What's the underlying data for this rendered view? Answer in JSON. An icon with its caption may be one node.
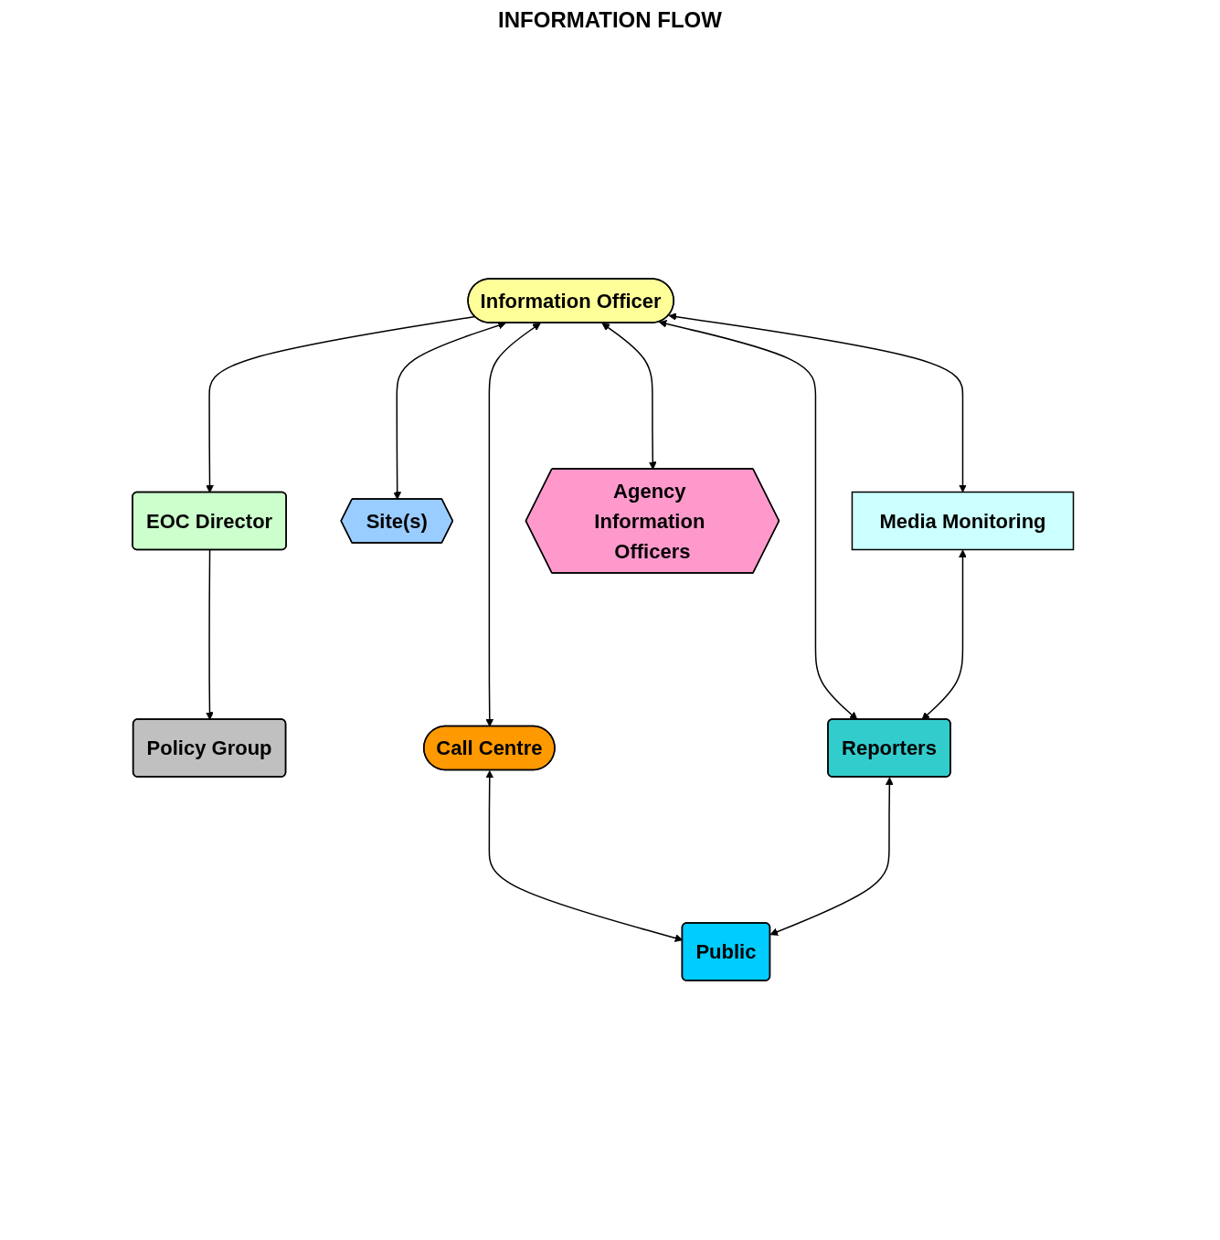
{
  "diagram": {
    "title": "INFORMATION FLOW",
    "nodes": [
      {
        "text": [
          "Policy Group"
        ]
      },
      {
        "text": [
          "EOC Director"
        ]
      },
      {
        "text": [
          "Information Officer"
        ]
      },
      {
        "text": [
          "Site(s)"
        ]
      },
      {
        "text": [
          "Media Monitoring"
        ]
      },
      {
        "text": [
          "Reporters"
        ]
      },
      {
        "text": [
          "Agency Information Officers"
        ]
      },
      {
        "text": [
          "Call Centre"
        ]
      },
      {
        "text": [
          "Public"
        ]
      }
    ],
    "edges": [
      {
        "from": 1,
        "to": 0,
        "arrow": "to"
      },
      {
        "from": 2,
        "to": 1,
        "arrow": "to"
      },
      {
        "from": 2,
        "to": 3,
        "arrow": "both"
      },
      {
        "from": 2,
        "to": 6,
        "arrow": "both"
      },
      {
        "from": 2,
        "to": 4,
        "arrow": "both"
      },
      {
        "from": 2,
        "to": 7,
        "arrow": "both"
      },
      {
        "from": 2,
        "to": 5,
        "arrow": "both"
      },
      {
        "from": 4,
        "to": 5,
        "arrow": "both"
      },
      {
        "from": 7,
        "to": 8,
        "arrow": "both"
      },
      {
        "from": 5,
        "to": 8,
        "arrow": "both"
      }
    ]
  }
}
